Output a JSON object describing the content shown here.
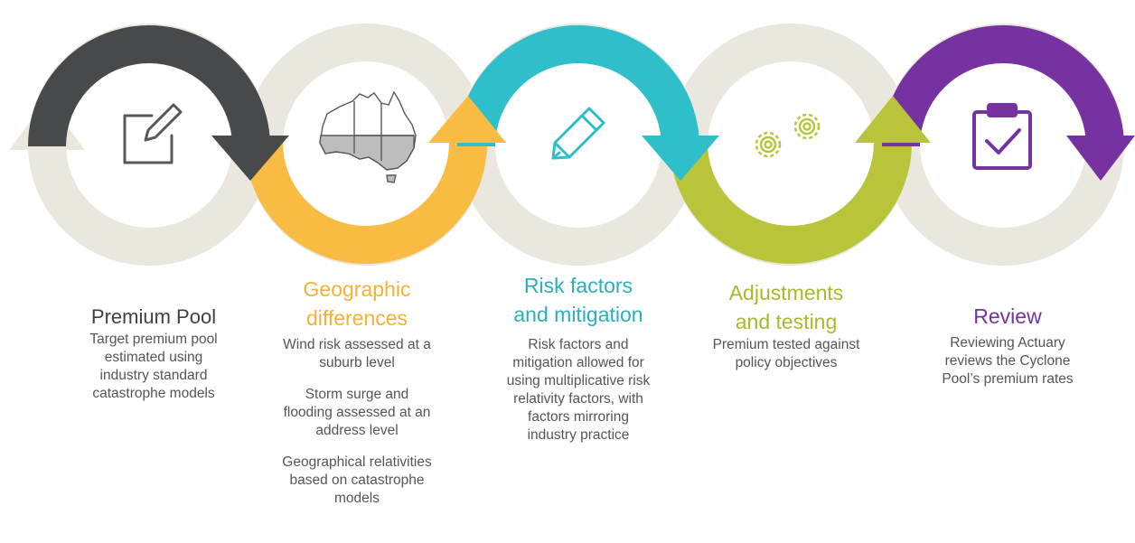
{
  "colors": {
    "beige": "#eae7de",
    "charcoal": "#48494b",
    "yellow": "#f8bc42",
    "teal": "#2fbfca",
    "lime": "#b9c43a",
    "purple": "#7532a0",
    "icon_grey": "#595959",
    "text_grey": "#555555",
    "title_dark": "#404040"
  },
  "steps": [
    {
      "title": "Premium Pool",
      "icon": "edit-square-icon",
      "color": "#404040",
      "descriptions": [
        "Target premium pool\nestimated using\nindustry standard\ncatastrophe models"
      ]
    },
    {
      "title": "Geographic\ndifferences",
      "icon": "australia-map-icon",
      "color": "#f2b233",
      "descriptions": [
        "Wind risk assessed at a\nsuburb level",
        "Storm surge and\nflooding assessed at an\naddress level",
        "Geographical relativities\nbased on catastrophe\nmodels"
      ]
    },
    {
      "title": "Risk factors\nand mitigation",
      "icon": "pencil-icon",
      "color": "#2aafbb",
      "descriptions": [
        "Risk factors and\nmitigation allowed for\nusing multiplicative risk\nrelativity factors, with\nfactors mirroring\nindustry practice"
      ]
    },
    {
      "title": "Adjustments\nand testing",
      "icon": "gears-icon",
      "color": "#a9b82c",
      "descriptions": [
        "Premium tested against\npolicy objectives"
      ]
    },
    {
      "title": "Review",
      "icon": "clipboard-check-icon",
      "color": "#7532a0",
      "descriptions": [
        "Reviewing Actuary\nreviews the Cyclone\nPool’s premium rates"
      ]
    }
  ]
}
